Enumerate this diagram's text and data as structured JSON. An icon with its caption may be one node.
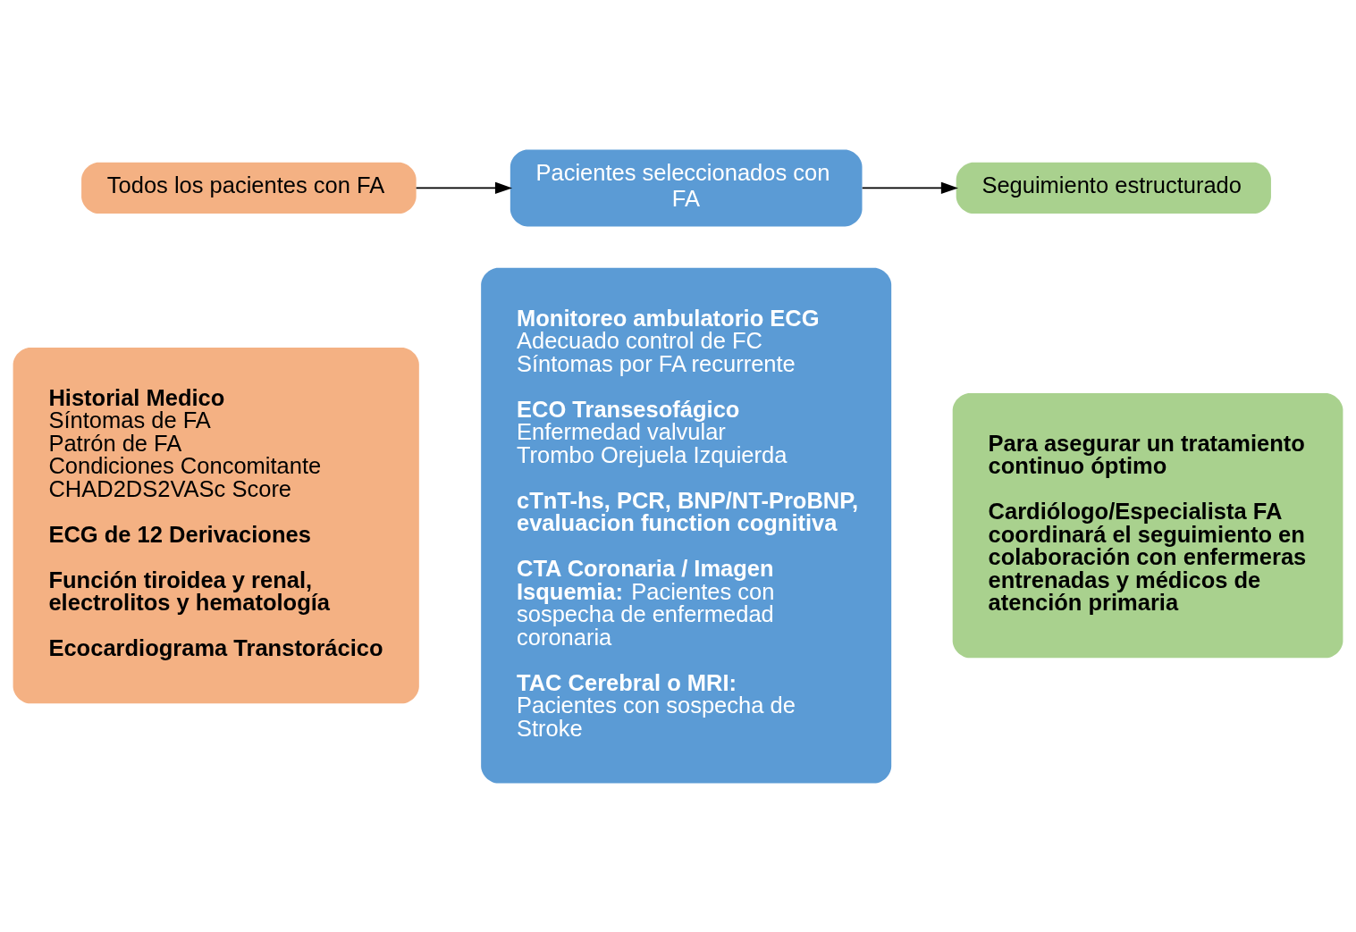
{
  "diagram": {
    "nodes": [
      {
        "text": [
          "Todos los pacientes con FA"
        ]
      },
      {
        "text": [
          "Pacientes seleccionados con FA"
        ]
      },
      {
        "text": [
          "Seguimiento estructurado"
        ]
      },
      {
        "text": [
          "Historial Medico",
          "Síntomas de FA",
          "Patrón de FA",
          "Condiciones Concomitante",
          "CHAD2DS2VASc Score",
          "ECG de 12 Derivaciones",
          "Función tiroidea y renal, electrolitos y hematología",
          "Ecocardiograma Transtorácico"
        ]
      },
      {
        "text": [
          "Monitoreo ambulatorio ECG",
          "Adecuado control de FC",
          "Síntomas por FA recurrente",
          "ECO Transesofágico",
          "Enfermedad valvular",
          "Trombo Orejuela Izquierda",
          "cTnT-hs, PCR, BNP/NT-ProBNP, evaluacion function cognitiva",
          "**CTA Coronaria / Imagen Isquemia:** Pacientes con sospecha de enfermedad coronaria",
          "**TAC Cerebral o MRI:** Pacientes con sospecha de Stroke"
        ]
      },
      {
        "text": [
          "Para asegurar un tratamiento continuo óptimo",
          "Cardiólogo/Especialista FA coordinará el seguimiento en colaboración con enfermeras entrenadas y médicos de atención primaria"
        ]
      }
    ],
    "edges": [
      {
        "from": 0,
        "to": 1,
        "arrow": "to"
      },
      {
        "from": 1,
        "to": 2,
        "arrow": "to"
      }
    ]
  }
}
